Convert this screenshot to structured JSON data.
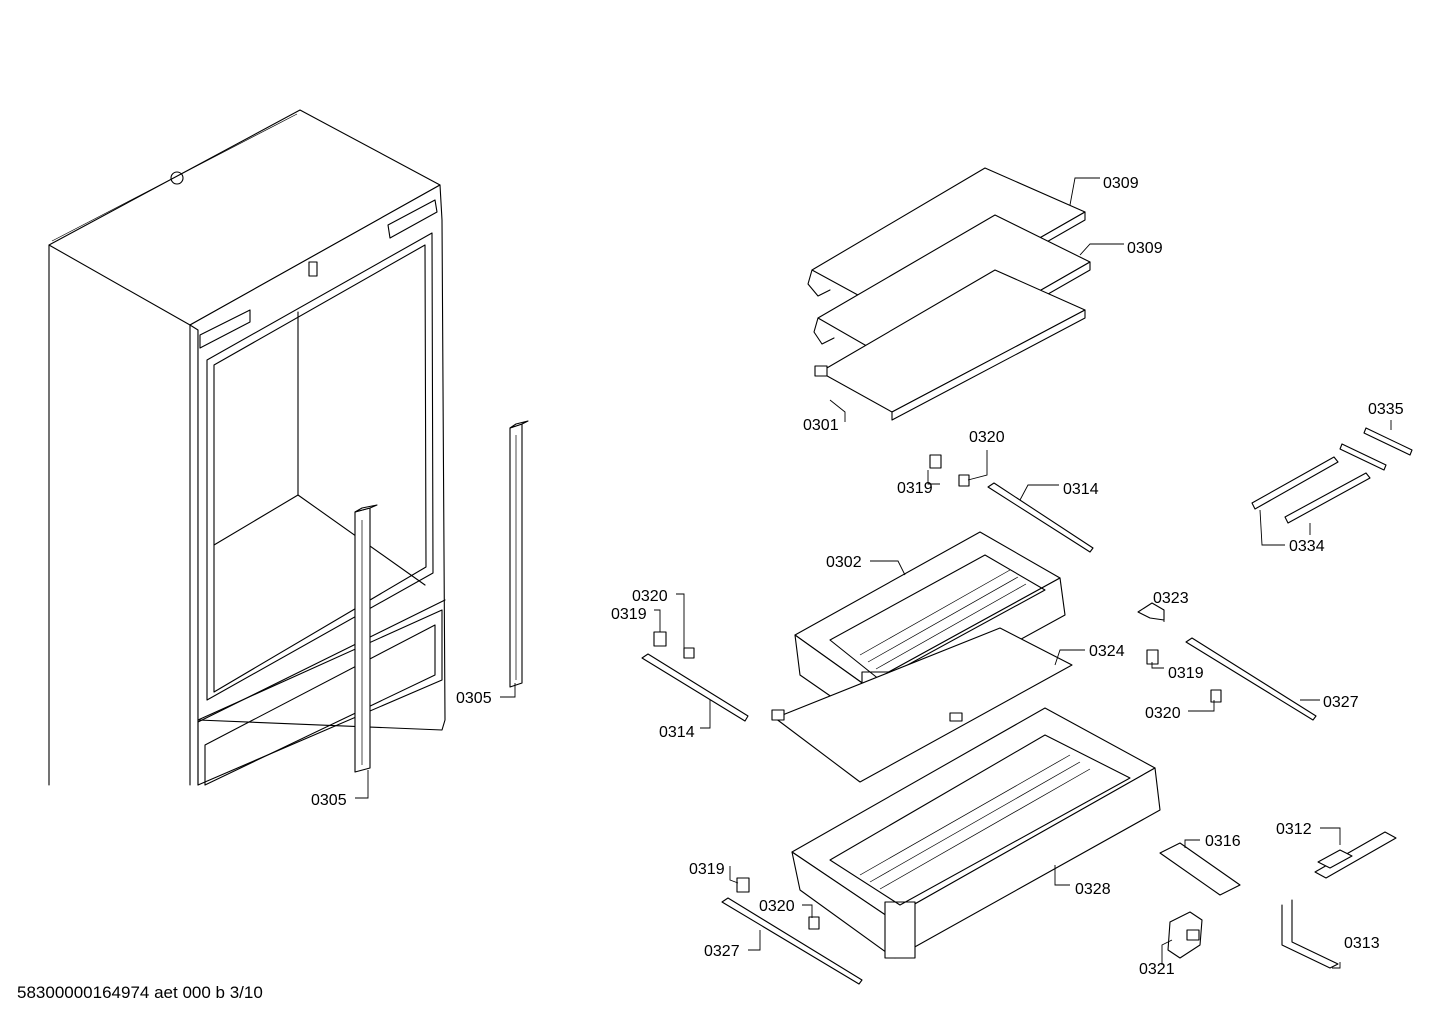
{
  "document_id": "58300000164974 aet 000 b 3/10",
  "callouts": [
    {
      "label": "0309"
    },
    {
      "label": "0309"
    },
    {
      "label": "0301"
    },
    {
      "label": "0320"
    },
    {
      "label": "0319"
    },
    {
      "label": "0314"
    },
    {
      "label": "0335"
    },
    {
      "label": "0334"
    },
    {
      "label": "0302"
    },
    {
      "label": "0320"
    },
    {
      "label": "0319"
    },
    {
      "label": "0314"
    },
    {
      "label": "0323"
    },
    {
      "label": "0324"
    },
    {
      "label": "0319"
    },
    {
      "label": "0327"
    },
    {
      "label": "0320"
    },
    {
      "label": "0305"
    },
    {
      "label": "0305"
    },
    {
      "label": "0316"
    },
    {
      "label": "0312"
    },
    {
      "label": "0328"
    },
    {
      "label": "0319"
    },
    {
      "label": "0320"
    },
    {
      "label": "0327"
    },
    {
      "label": "0321"
    },
    {
      "label": "0313"
    }
  ]
}
